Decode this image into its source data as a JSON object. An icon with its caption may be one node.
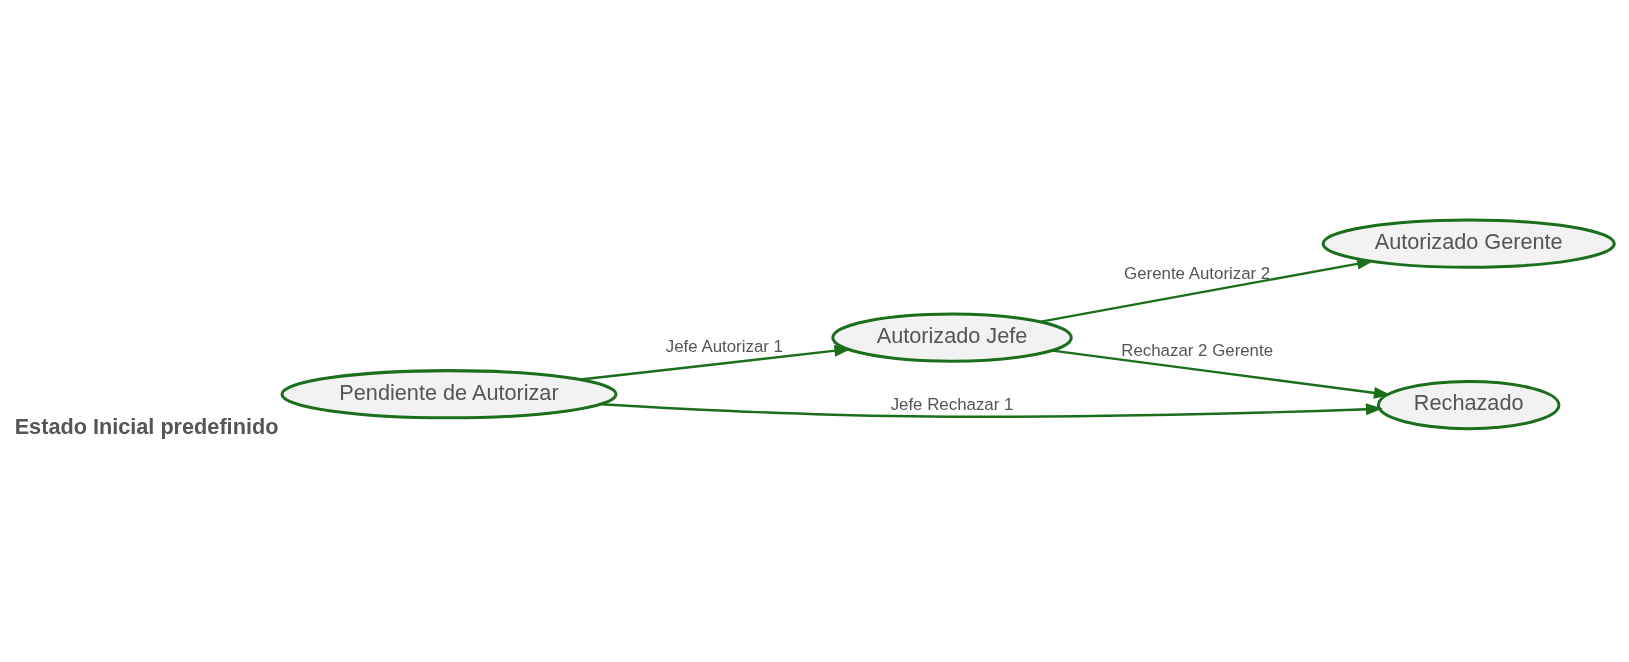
{
  "diagram": {
    "nodes": [
      {
        "text": [
          "Pendiente de Autorizar"
        ],
        "beside": [
          "Estado Inicial predefinido"
        ]
      },
      {
        "text": [
          "Autorizado Jefe"
        ]
      },
      {
        "text": [
          "Autorizado Gerente"
        ]
      },
      {
        "text": [
          "Rechazado"
        ]
      }
    ],
    "edges": [
      {
        "from": 0,
        "to": 1,
        "arrow": "to",
        "label": "Jefe Autorizar 1"
      },
      {
        "from": 1,
        "to": 2,
        "arrow": "to",
        "label": "Gerente Autorizar 2"
      },
      {
        "from": 1,
        "to": 3,
        "arrow": "to",
        "label": "Rechazar 2 Gerente"
      },
      {
        "from": 0,
        "to": 3,
        "arrow": "to",
        "label": "Jefe Rechazar 1"
      }
    ]
  }
}
